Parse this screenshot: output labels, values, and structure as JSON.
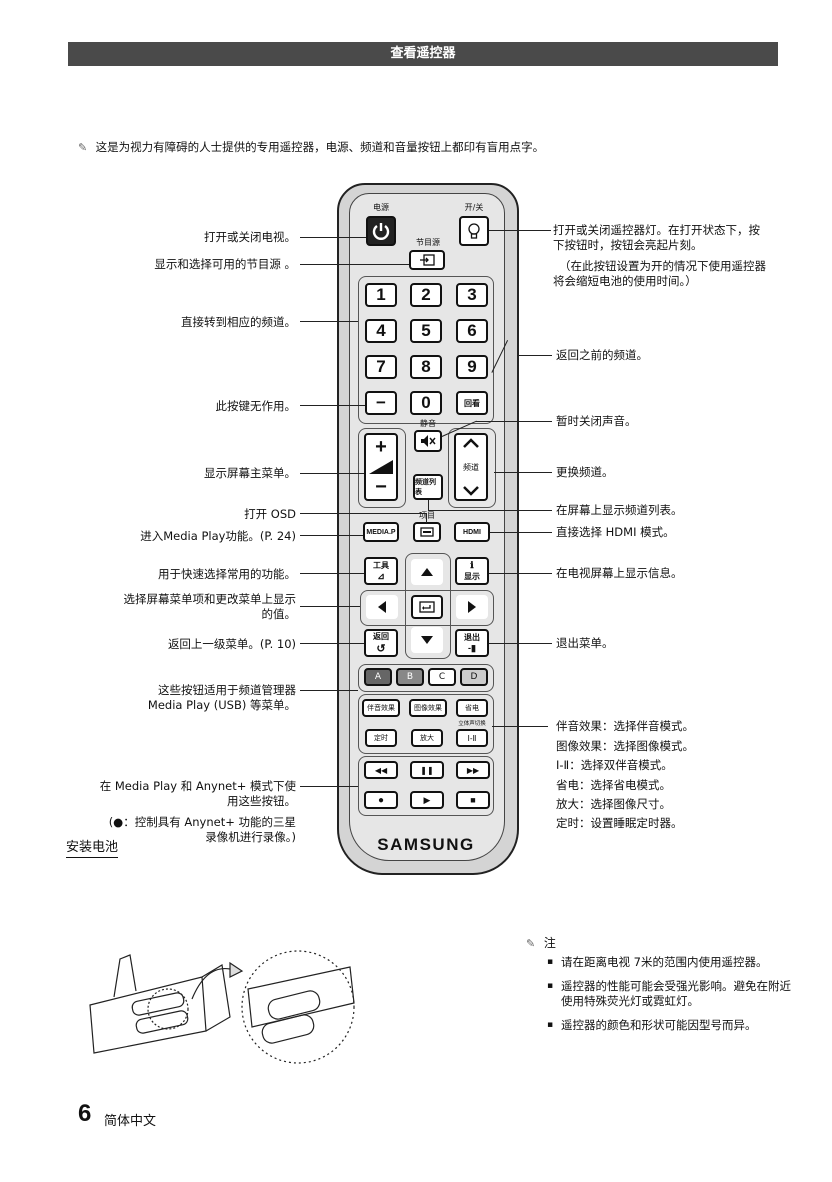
{
  "header": {
    "title": "查看遥控器"
  },
  "intro": "这是为视力有障碍的人士提供的专用遥控器，电源、频道和音量按钮上都印有盲用点字。",
  "remote": {
    "power_label": "电源",
    "onoff_label": "开/关",
    "source_label": "节目源",
    "numbers": [
      "1",
      "2",
      "3",
      "4",
      "5",
      "6",
      "7",
      "8",
      "9"
    ],
    "dash": "−",
    "zero": "0",
    "prech": "回看",
    "mute_label": "静音",
    "vol_plus": "+",
    "vol_minus": "−",
    "ch_label": "频道",
    "chlist": "频道列表",
    "item_label": "项目",
    "mediap": "MEDIA.P",
    "hdmi": "HDMI",
    "tools": "工具",
    "info": "显示",
    "return": "返回",
    "exit": "退出",
    "colors": [
      "A",
      "B",
      "C",
      "D"
    ],
    "soundeffect": "伴音效果",
    "pictureeffect": "图像效果",
    "psave": "省电",
    "stereo_label": "立体声切换",
    "stereo": "Ⅰ-Ⅱ",
    "timer": "定时",
    "zoom": "放大",
    "brand": "SAMSUNG"
  },
  "left_labels": {
    "power": "打开或关闭电视。",
    "source": "显示和选择可用的节目源 。",
    "numbers": "直接转到相应的频道。",
    "dash": "此按键无作用。",
    "menu": "显示屏幕主菜单。",
    "osd": "打开 OSD",
    "mediaplay": "进入Media Play功能。(P. 24)",
    "tools": "用于快速选择常用的功能。",
    "nav1": "选择屏幕菜单项和更改菜单上显示",
    "nav2": "的值。",
    "return": "返回上一级菜单。(P. 10)",
    "color1": "这些按钮适用于频道管理器",
    "color2": "Media Play (USB) 等菜单。",
    "playback1": "在 Media Play 和 Anynet+ 模式下使",
    "playback2": "用这些按钮。",
    "rec1": "(●：控制具有 Anynet+ 功能的三星",
    "rec2": "录像机进行录像。)"
  },
  "right_labels": {
    "onoff1": "打开或关闭遥控器灯。在打开状态下，按",
    "onoff2": "下按钮时，按钮会亮起片刻。",
    "onoff3": "（在此按钮设置为开的情况下使用遥控器",
    "onoff4": "将会缩短电池的使用时间。）",
    "prech": "返回之前的频道。",
    "mute": "暂时关闭声音。",
    "channel": "更换频道。",
    "chlist": "在屏幕上显示频道列表。",
    "hdmi": "直接选择 HDMI 模式。",
    "info": "在电视屏幕上显示信息。",
    "exit": "退出菜单。",
    "func1": "伴音效果：选择伴音模式。",
    "func2": "图像效果：选择图像模式。",
    "func3": "Ⅰ-Ⅱ：选择双伴音模式。",
    "func4": "省电：选择省电模式。",
    "func5": "放大：选择图像尺寸。",
    "func6": "定时：设置睡眠定时器。"
  },
  "battery_title": "安装电池",
  "notes": {
    "head": "注",
    "items": [
      "请在距离电视 7米的范围内使用遥控器。",
      "遥控器的性能可能会受强光影响。避免在附近使用特殊荧光灯或霓虹灯。",
      "遥控器的颜色和形状可能因型号而异。"
    ]
  },
  "footer": {
    "page": "6",
    "lang": "简体中文"
  }
}
